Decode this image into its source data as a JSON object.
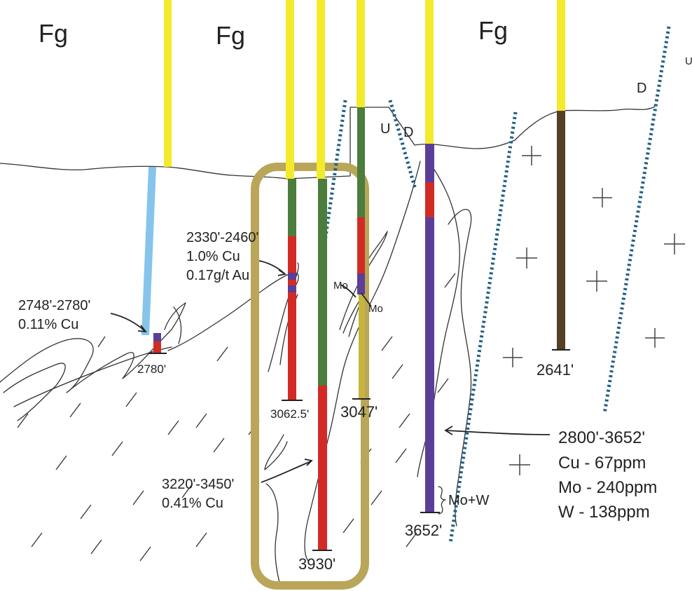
{
  "formations": [
    "Fg",
    "Fg",
    "Fg"
  ],
  "fault_labels": [
    "U",
    "D",
    "D",
    "U"
  ],
  "annotations": {
    "hole_a": {
      "interval": "2748'-2780'",
      "grade": "0.11% Cu"
    },
    "hole_b": {
      "interval": "2330'-2460'",
      "cu": "1.0% Cu",
      "au": "0.17g/t Au"
    },
    "hole_c": {
      "interval": "3220'-3450'",
      "grade": "0.41% Cu"
    },
    "hole_e": {
      "interval": "2800'-3652'",
      "cu": "Cu - 67ppm",
      "mo": "Mo - 240ppm",
      "w": "W - 138ppm"
    }
  },
  "mineral_labels": {
    "mo1": "Mo",
    "mo2": "Mo",
    "mo_w": "Mo+W"
  },
  "depths": {
    "hole_a": "2780'",
    "hole_b": "3062.5'",
    "hole_c": "3930'",
    "hole_d": "3047'",
    "hole_e": "3652'",
    "hole_f": "2641'"
  },
  "colors": {
    "collar": "#f3ea2c",
    "hole_a_upper": "#86c4ec",
    "green": "#4b7d3c",
    "red": "#d22b25",
    "purple": "#5b3e97",
    "brown": "#553f25",
    "fault": "#1f5f86",
    "highlight": "#b9a659"
  }
}
